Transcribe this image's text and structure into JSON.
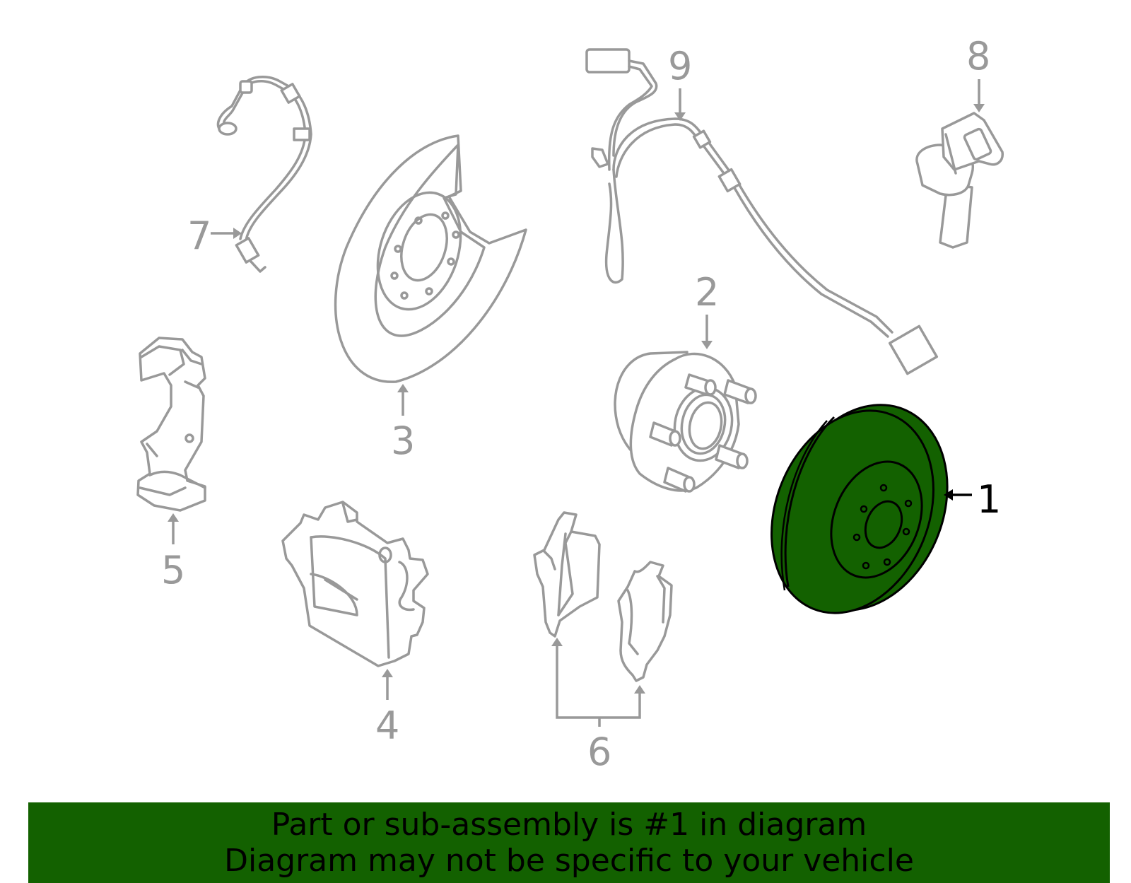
{
  "colors": {
    "highlight": "#136100",
    "part_stroke": "#999999",
    "highlight_stroke": "#000000",
    "banner_background": "#136100",
    "banner_text": "#000000"
  },
  "callouts": {
    "c1": "1",
    "c2": "2",
    "c3": "3",
    "c4": "4",
    "c5": "5",
    "c6": "6",
    "c7": "7",
    "c8": "8",
    "c9": "9"
  },
  "highlighted_part": "1",
  "banner": {
    "line1": "Part or sub-assembly is #1 in diagram",
    "line2": "Diagram may not be specific to your vehicle"
  }
}
